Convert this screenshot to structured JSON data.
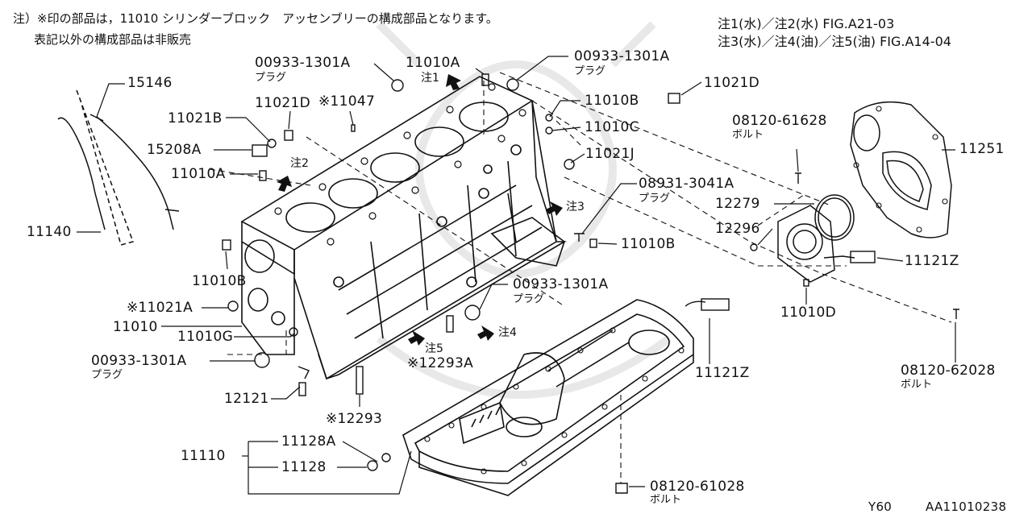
{
  "notes": {
    "header_line1": "注）※印の部品は，11010 シリンダーブロック　アッセンブリーの構成部品となります。",
    "header_line2": "表記以外の構成部品は非販売",
    "fig_line1": "注1(水)／注2(水) FIG.A21-03",
    "fig_line2": "注3(水)／注4(油)／注5(油) FIG.A14-04"
  },
  "sub": {
    "plug": "プラグ",
    "bolt": "ボルト"
  },
  "callouts": {
    "c1": "注1",
    "c2": "注2",
    "c3": "注3",
    "c4": "注4",
    "c5": "注5"
  },
  "parts": {
    "p00933a": "00933-1301A",
    "p11010a_top": "11010A",
    "p00933b": "00933-1301A",
    "p15146": "15146",
    "p11021d_l": "11021D",
    "p11047": "※11047",
    "p11021d_r": "11021D",
    "p11010b_t": "11010B",
    "p11010c": "11010C",
    "p11021b": "11021B",
    "p15208a": "15208A",
    "p11010a_l": "11010A",
    "p11021j": "11021J",
    "p08931": "08931-3041A",
    "p08120_61628": "08120-61628",
    "p11251": "11251",
    "p12279": "12279",
    "p12296": "12296",
    "p11140": "11140",
    "p11010b_r": "11010B",
    "p11121z_r": "11121Z",
    "p11010b_l": "11010B",
    "p00933c": "00933-1301A",
    "p11010d": "11010D",
    "p11021a": "※11021A",
    "p11010": "11010",
    "p11010g": "11010G",
    "p00933d": "00933-1301A",
    "p12293a": "※12293A",
    "p11121z_b": "11121Z",
    "p08120_62028": "08120-62028",
    "p12121": "12121",
    "p12293": "※12293",
    "p11128a": "11128A",
    "p11110": "11110",
    "p11128": "11128",
    "p08120_61028": "08120-61028"
  },
  "footer": {
    "model": "Y60",
    "figure_code": "AA11010238"
  }
}
